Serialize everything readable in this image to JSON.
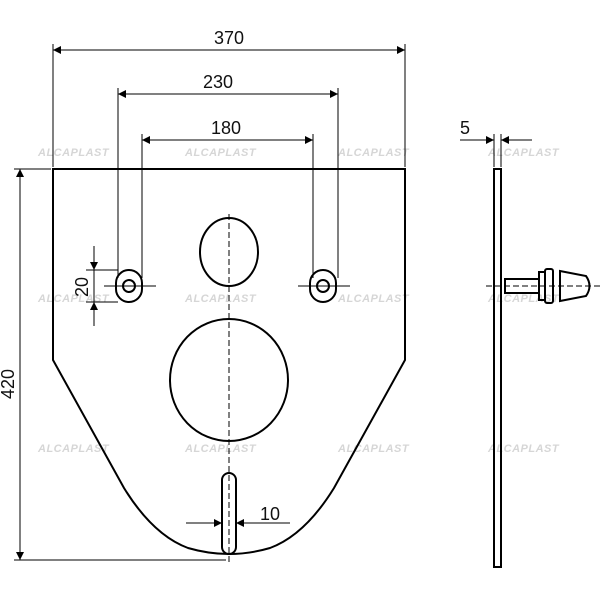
{
  "dimensions": {
    "overall_width": "370",
    "mount_hole_spacing_outer": "230",
    "mount_hole_spacing_inner": "180",
    "mount_hole_slot": "20",
    "overall_height": "420",
    "drain_slot_width": "10",
    "board_thickness": "5"
  },
  "watermark": {
    "text": "ALCAPLAST"
  },
  "colors": {
    "line": "#000000",
    "watermark": "#d6d6d6",
    "background": "#ffffff"
  }
}
